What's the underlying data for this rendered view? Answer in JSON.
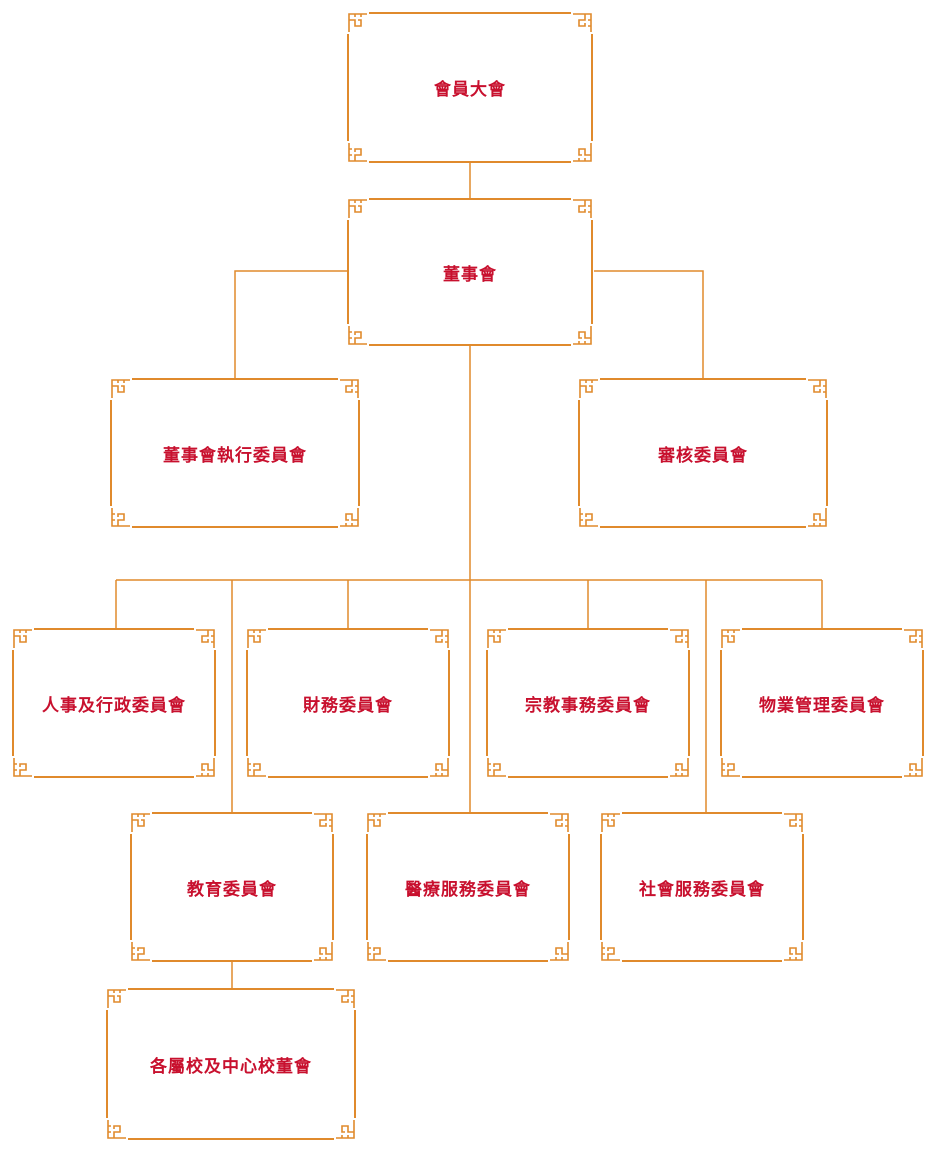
{
  "diagram": {
    "colors": {
      "frame": "#e08a2c",
      "text": "#c8102e",
      "background": "#ffffff"
    },
    "nodes": {
      "members_assembly": "會員大會",
      "board": "董事會",
      "board_executive": "董事會執行委員會",
      "audit": "審核委員會",
      "hr_admin": "人事及行政委員會",
      "finance": "財務委員會",
      "religious_affairs": "宗教事務委員會",
      "property_management": "物業管理委員會",
      "education": "教育委員會",
      "medical_services": "醫療服務委員會",
      "social_services": "社會服務委員會",
      "school_boards": "各屬校及中心校董會"
    }
  }
}
